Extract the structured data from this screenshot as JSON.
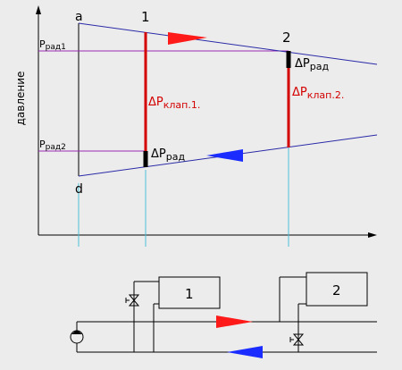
{
  "labels": {
    "y_axis": "давление",
    "point_a": "a",
    "point_d": "d",
    "point_1": "1",
    "point_2": "2",
    "p_rad1": "P",
    "p_rad1_sub": "рад1",
    "p_rad2": "P",
    "p_rad2_sub": "рад2",
    "dp_rad_lower": "ΔP",
    "dp_rad_lower_sub": "рад",
    "dp_rad_upper": "ΔP",
    "dp_rad_upper_sub": "рад",
    "dp_valve1": "ΔP",
    "dp_valve1_sub": "клап.1.",
    "dp_valve2": "ΔP",
    "dp_valve2_sub": "клап.2.",
    "unit_1": "1",
    "unit_2": "2"
  },
  "colors": {
    "supply_line": "#2a2aa8",
    "guide_line": "#9b2bb5",
    "cyan_line": "#4cc0d8",
    "valve_bar": "#d40000",
    "radiator_bar": "#000000",
    "arrow_supply": "#ff1a1a",
    "arrow_return": "#1a2cff",
    "background": "#ececec"
  }
}
